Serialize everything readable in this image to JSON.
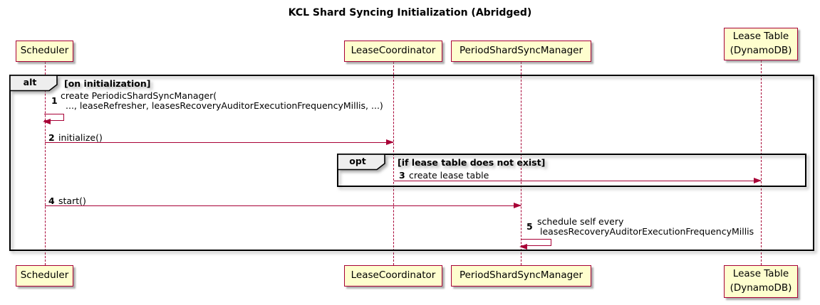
{
  "diagram": {
    "title": "KCL Shard Syncing Initialization (Abridged)"
  },
  "participants": {
    "scheduler": {
      "label": "Scheduler"
    },
    "lease_coordinator": {
      "label": "LeaseCoordinator"
    },
    "period_shard_sync_manager": {
      "label": "PeriodShardSyncManager"
    },
    "lease_table": {
      "line1": "Lease Table",
      "line2": "(DynamoDB)"
    }
  },
  "frames": {
    "alt": {
      "operator": "alt",
      "condition": "[on initialization]"
    },
    "opt": {
      "operator": "opt",
      "condition": "[if lease table does not exist]"
    }
  },
  "messages": {
    "m1": {
      "num": "1",
      "line1": "create PeriodicShardSyncManager(",
      "line2": "..., leaseRefresher, leasesRecoveryAuditorExecutionFrequencyMillis, ...)"
    },
    "m2": {
      "num": "2",
      "text": "initialize()"
    },
    "m3": {
      "num": "3",
      "text": "create lease table"
    },
    "m4": {
      "num": "4",
      "text": "start()"
    },
    "m5": {
      "num": "5",
      "line1": "schedule self every",
      "line2": "leasesRecoveryAuditorExecutionFrequencyMillis"
    }
  },
  "colors": {
    "participant_fill": "#FEFECE",
    "accent": "#A80036",
    "frame_border": "#000000",
    "operator_fill": "#EEEEEE"
  }
}
